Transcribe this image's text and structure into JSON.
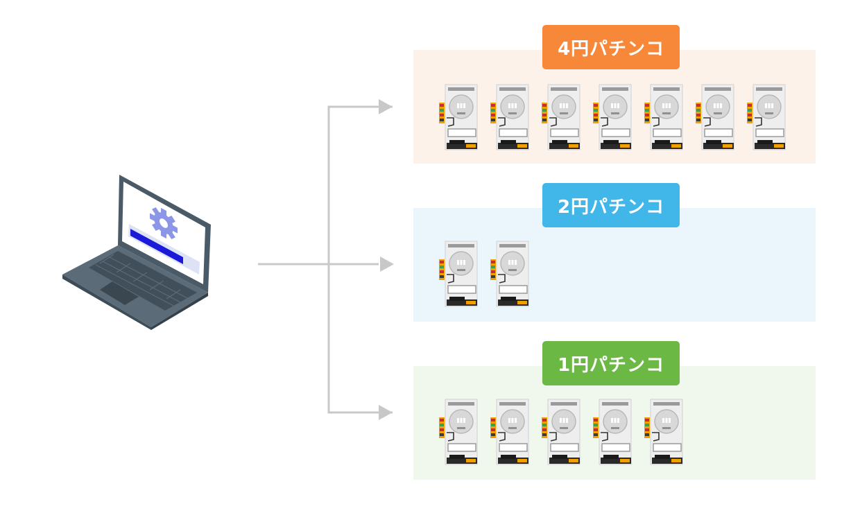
{
  "groups": [
    {
      "label": "4円パチンコ",
      "machines": 7,
      "accent": "#f7883a",
      "panel": "#fdf2ea"
    },
    {
      "label": "2円パチンコ",
      "machines": 2,
      "accent": "#41b6e8",
      "panel": "#eaf6fc"
    },
    {
      "label": "1円パチンコ",
      "machines": 5,
      "accent": "#6bb845",
      "panel": "#f0f7ec"
    }
  ],
  "icons": {
    "source": "laptop-settings-icon",
    "machine": "pachinko-machine-icon",
    "connector": "arrow-connector-icon"
  },
  "colors": {
    "connector": "#c8c8c8"
  }
}
